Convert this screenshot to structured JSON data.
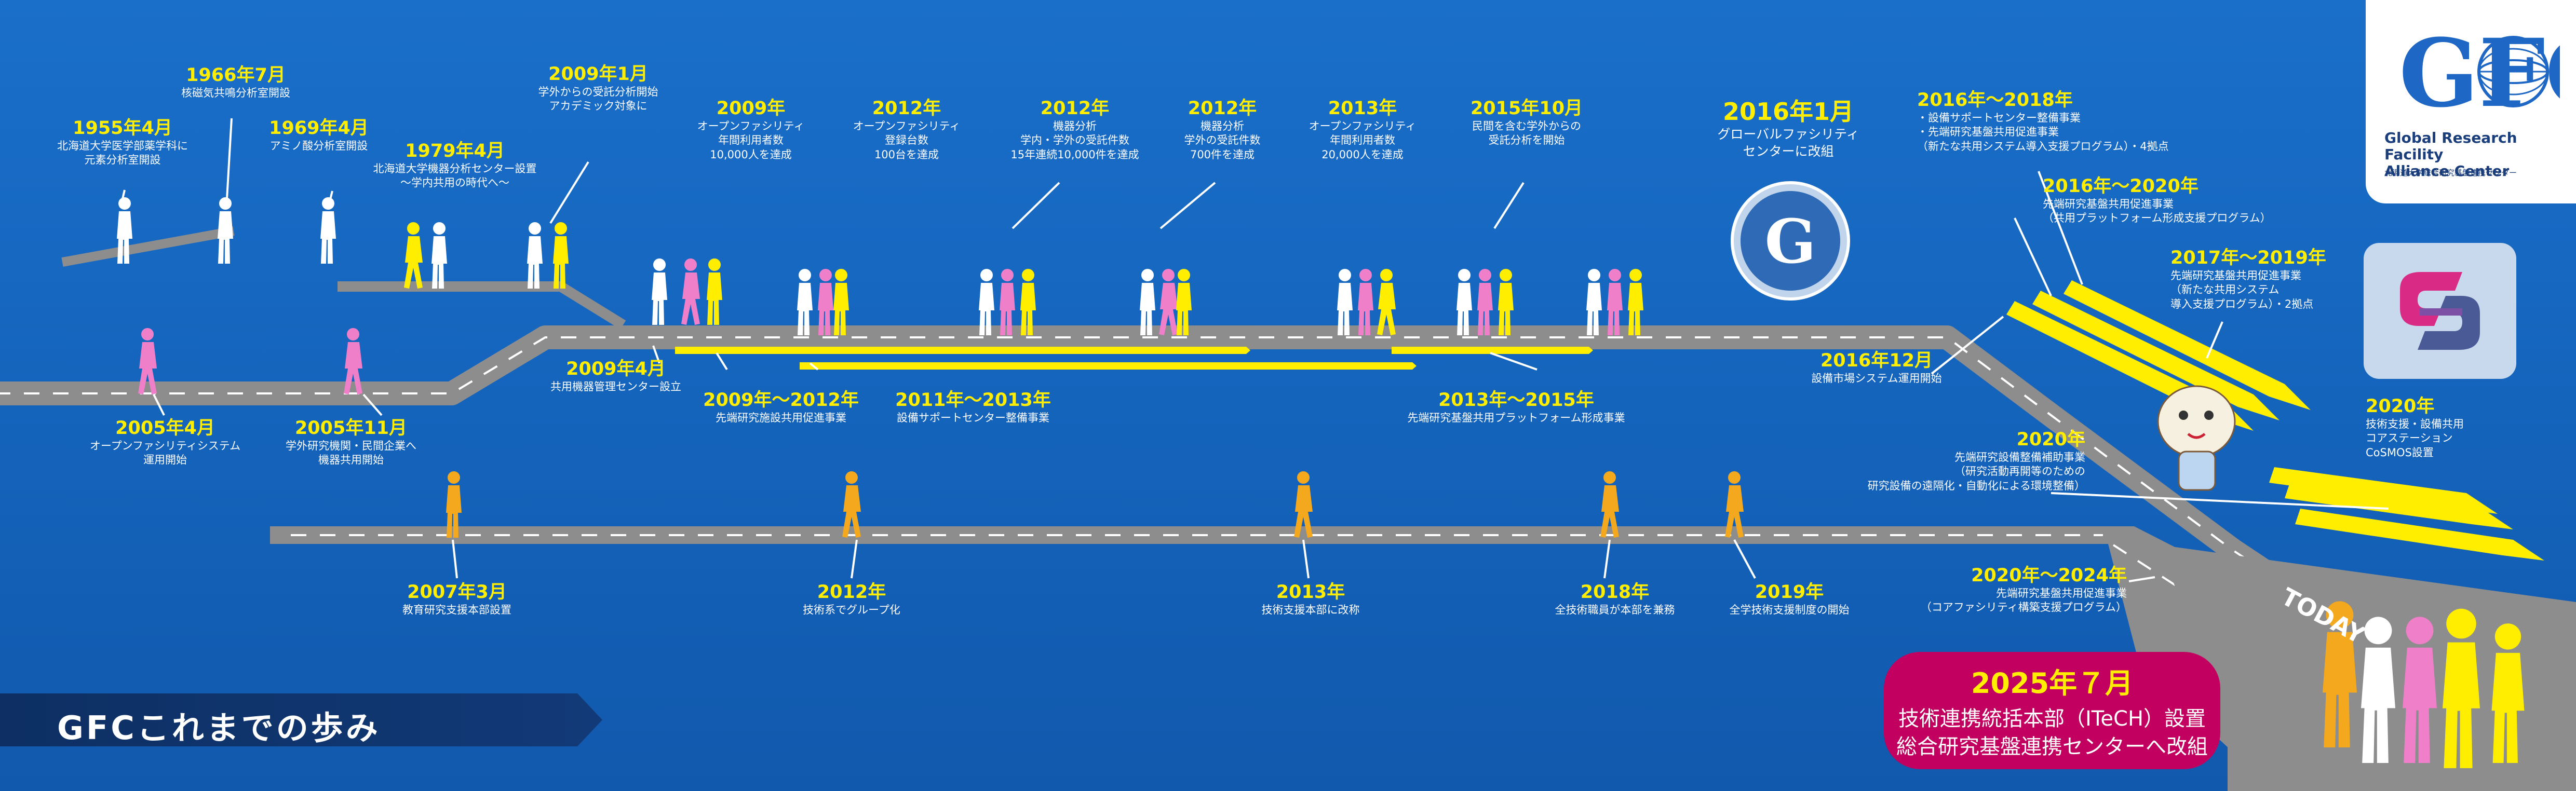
{
  "title": "GFCこれまでの歩み",
  "logo": {
    "abbr": "GFC",
    "line1": "Global Research Facility",
    "line2": "Alliance Center",
    "line3": "北海道大学総合研究基盤連携センター"
  },
  "road_sign": "TODAY",
  "colors": {
    "road": "#8d8d8d",
    "accent_yellow": "#ffee00",
    "banner": "#c2005f",
    "bg": "#1466c0",
    "pink": "#ef7fc8",
    "orange": "#f3a81d"
  },
  "events_top": [
    {
      "date": "1955年4月",
      "lines": [
        "北海道大学医学部薬学科に",
        "元素分析室開設"
      ]
    },
    {
      "date": "1966年7月",
      "lines": [
        "核磁気共鳴分析室開設"
      ]
    },
    {
      "date": "1969年4月",
      "lines": [
        "アミノ酸分析室開設"
      ]
    },
    {
      "date": "1979年4月",
      "lines": [
        "北海道大学機器分析センター設置",
        "～学内共用の時代へ～"
      ]
    },
    {
      "date": "2009年1月",
      "lines": [
        "学外からの受託分析開始",
        "アカデミック対象に"
      ]
    },
    {
      "date": "2009年",
      "lines": [
        "オープンファシリティ",
        "年間利用者数",
        "10,000人を達成"
      ]
    },
    {
      "date": "2012年",
      "lines": [
        "オープンファシリティ",
        "登録台数",
        "100台を達成"
      ]
    },
    {
      "date": "2012年",
      "lines": [
        "機器分析",
        "学内・学外の受託件数",
        "15年連続10,000件を達成"
      ]
    },
    {
      "date": "2012年",
      "lines": [
        "機器分析",
        "学外の受託件数",
        "700件を達成"
      ]
    },
    {
      "date": "2013年",
      "lines": [
        "オープンファシリティ",
        "年間利用者数",
        "20,000人を達成"
      ]
    },
    {
      "date": "2015年10月",
      "lines": [
        "民間を含む学外からの",
        "受託分析を開始"
      ]
    },
    {
      "date": "2016年1月",
      "lines": [
        "グローバルファシリティ",
        "センターに改組"
      ]
    }
  ],
  "events_mid": [
    {
      "date": "2005年4月",
      "lines": [
        "オープンファシリティシステム",
        "運用開始"
      ]
    },
    {
      "date": "2005年11月",
      "lines": [
        "学外研究機関・民間企業へ",
        "機器共用開始"
      ]
    },
    {
      "date": "2009年4月",
      "lines": [
        "共用機器管理センター設立"
      ]
    },
    {
      "date": "2009年～2012年",
      "lines": [
        "先端研究施設共用促進事業"
      ]
    },
    {
      "date": "2011年～2013年",
      "lines": [
        "設備サポートセンター整備事業"
      ]
    },
    {
      "date": "2013年～2015年",
      "lines": [
        "先端研究基盤共用プラットフォーム形成事業"
      ]
    },
    {
      "date": "2016年12月",
      "lines": [
        "設備市場システム運用開始"
      ]
    }
  ],
  "events_right": [
    {
      "date": "2016年～2018年",
      "lines": [
        "・設備サポートセンター整備事業",
        "・先端研究基盤共用促進事業",
        "（新たな共用システム導入支援プログラム）・4拠点"
      ]
    },
    {
      "date": "2016年～2020年",
      "lines": [
        "先端研究基盤共用促進事業",
        "（共用プラットフォーム形成支援プログラム）"
      ]
    },
    {
      "date": "2017年～2019年",
      "lines": [
        "先端研究基盤共用促進事業",
        "（新たな共用システム",
        "導入支援プログラム）・2拠点"
      ]
    },
    {
      "date": "2020年",
      "lines": [
        "技術支援・設備共用",
        "コアステーション",
        "CoSMOS設置"
      ]
    },
    {
      "date": "2020年",
      "lines": [
        "先端研究設備整備補助事業",
        "（研究活動再開等のための",
        "研究設備の遠隔化・自動化による環境整備）"
      ]
    },
    {
      "date": "2020年～2024年",
      "lines": [
        "先端研究基盤共用促進事業",
        "（コアファシリティ構築支援プログラム）"
      ]
    }
  ],
  "events_bottom": [
    {
      "date": "2007年3月",
      "lines": [
        "教育研究支援本部設置"
      ]
    },
    {
      "date": "2012年",
      "lines": [
        "技術系でグループ化"
      ]
    },
    {
      "date": "2013年",
      "lines": [
        "技術支援本部に改称"
      ]
    },
    {
      "date": "2018年",
      "lines": [
        "全技術職員が本部を兼務"
      ]
    },
    {
      "date": "2019年",
      "lines": [
        "全学技術支援制度の開始"
      ]
    }
  ],
  "banner": {
    "date": "2025年７月",
    "line1": "技術連携統括本部（ITeCH）設置",
    "line2": "総合研究基盤連携センターへ改組"
  }
}
